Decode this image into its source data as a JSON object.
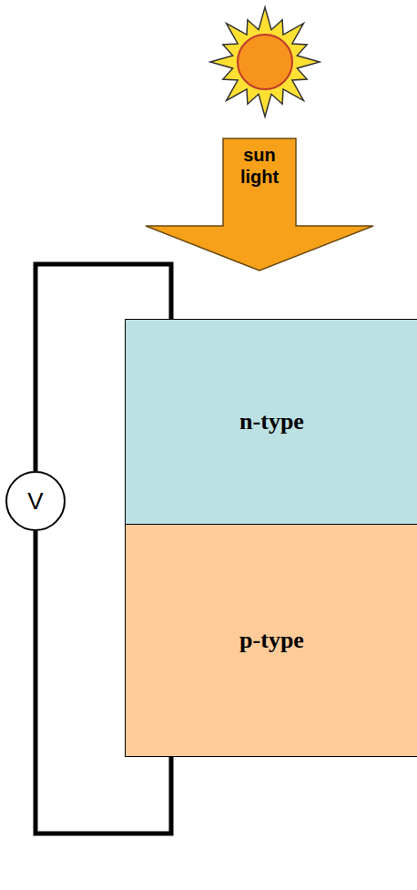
{
  "diagram": {
    "nodes": [
      {
        "text": [
          "sun light"
        ]
      },
      {
        "text": [
          "n-type"
        ]
      },
      {
        "text": [
          "V"
        ]
      },
      {
        "text": [
          "p-type"
        ]
      }
    ],
    "edges": [
      {
        "from": 2,
        "to": 1,
        "arrow": "none"
      },
      {
        "from": 2,
        "to": 3,
        "arrow": "none"
      }
    ]
  }
}
